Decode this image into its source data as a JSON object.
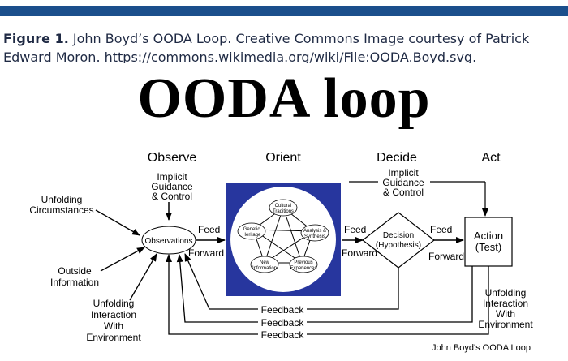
{
  "header_bar_color": "#1b4f8c",
  "caption": {
    "figure_label": "Figure 1.",
    "line1": "John Boyd’s OODA Loop. Creative Commons Image courtesy of Patrick",
    "line2": "Edward Moron. https://commons.wikimedia.org/wiki/File:OODA.Boyd.svg."
  },
  "title": "OODA loop",
  "phases": {
    "observe": "Observe",
    "orient": "Orient",
    "decide": "Decide",
    "act": "Act"
  },
  "labels": {
    "implicit_left": [
      "Implicit",
      "Guidance",
      "& Control"
    ],
    "implicit_right": [
      "Implicit",
      "Guidance",
      "& Control"
    ],
    "unfolding_circumstances": [
      "Unfolding",
      "Circumstances"
    ],
    "outside_information": [
      "Outside",
      "Information"
    ],
    "unfolding_interaction_left": [
      "Unfolding",
      "Interaction",
      "With",
      "Environment"
    ],
    "unfolding_interaction_right": [
      "Unfolding",
      "Interaction",
      "With",
      "Environment"
    ],
    "observations": "Observations",
    "feed_1": "Feed",
    "forward_1": "Forward",
    "feed_2": "Feed",
    "forward_2": "Forward",
    "feed_3": "Feed",
    "forward_3": "Forward",
    "decision": [
      "Decision",
      "(Hypothesis)"
    ],
    "action": [
      "Action",
      "(Test)"
    ],
    "feedback_1": "Feedback",
    "feedback_2": "Feedback",
    "feedback_3": "Feedback",
    "footer": "John Boyd's OODA Loop"
  },
  "orient_nodes": {
    "cultural": [
      "Cultural",
      "Traditions"
    ],
    "genetic": [
      "Genetic",
      "Heritage"
    ],
    "analysis": [
      "Analysis &",
      "Synthesis"
    ],
    "new_info": [
      "New",
      "Information"
    ],
    "previous": [
      "Previous",
      "Experiences"
    ]
  },
  "colors": {
    "orient_box": "#27369e",
    "line": "#000000"
  }
}
